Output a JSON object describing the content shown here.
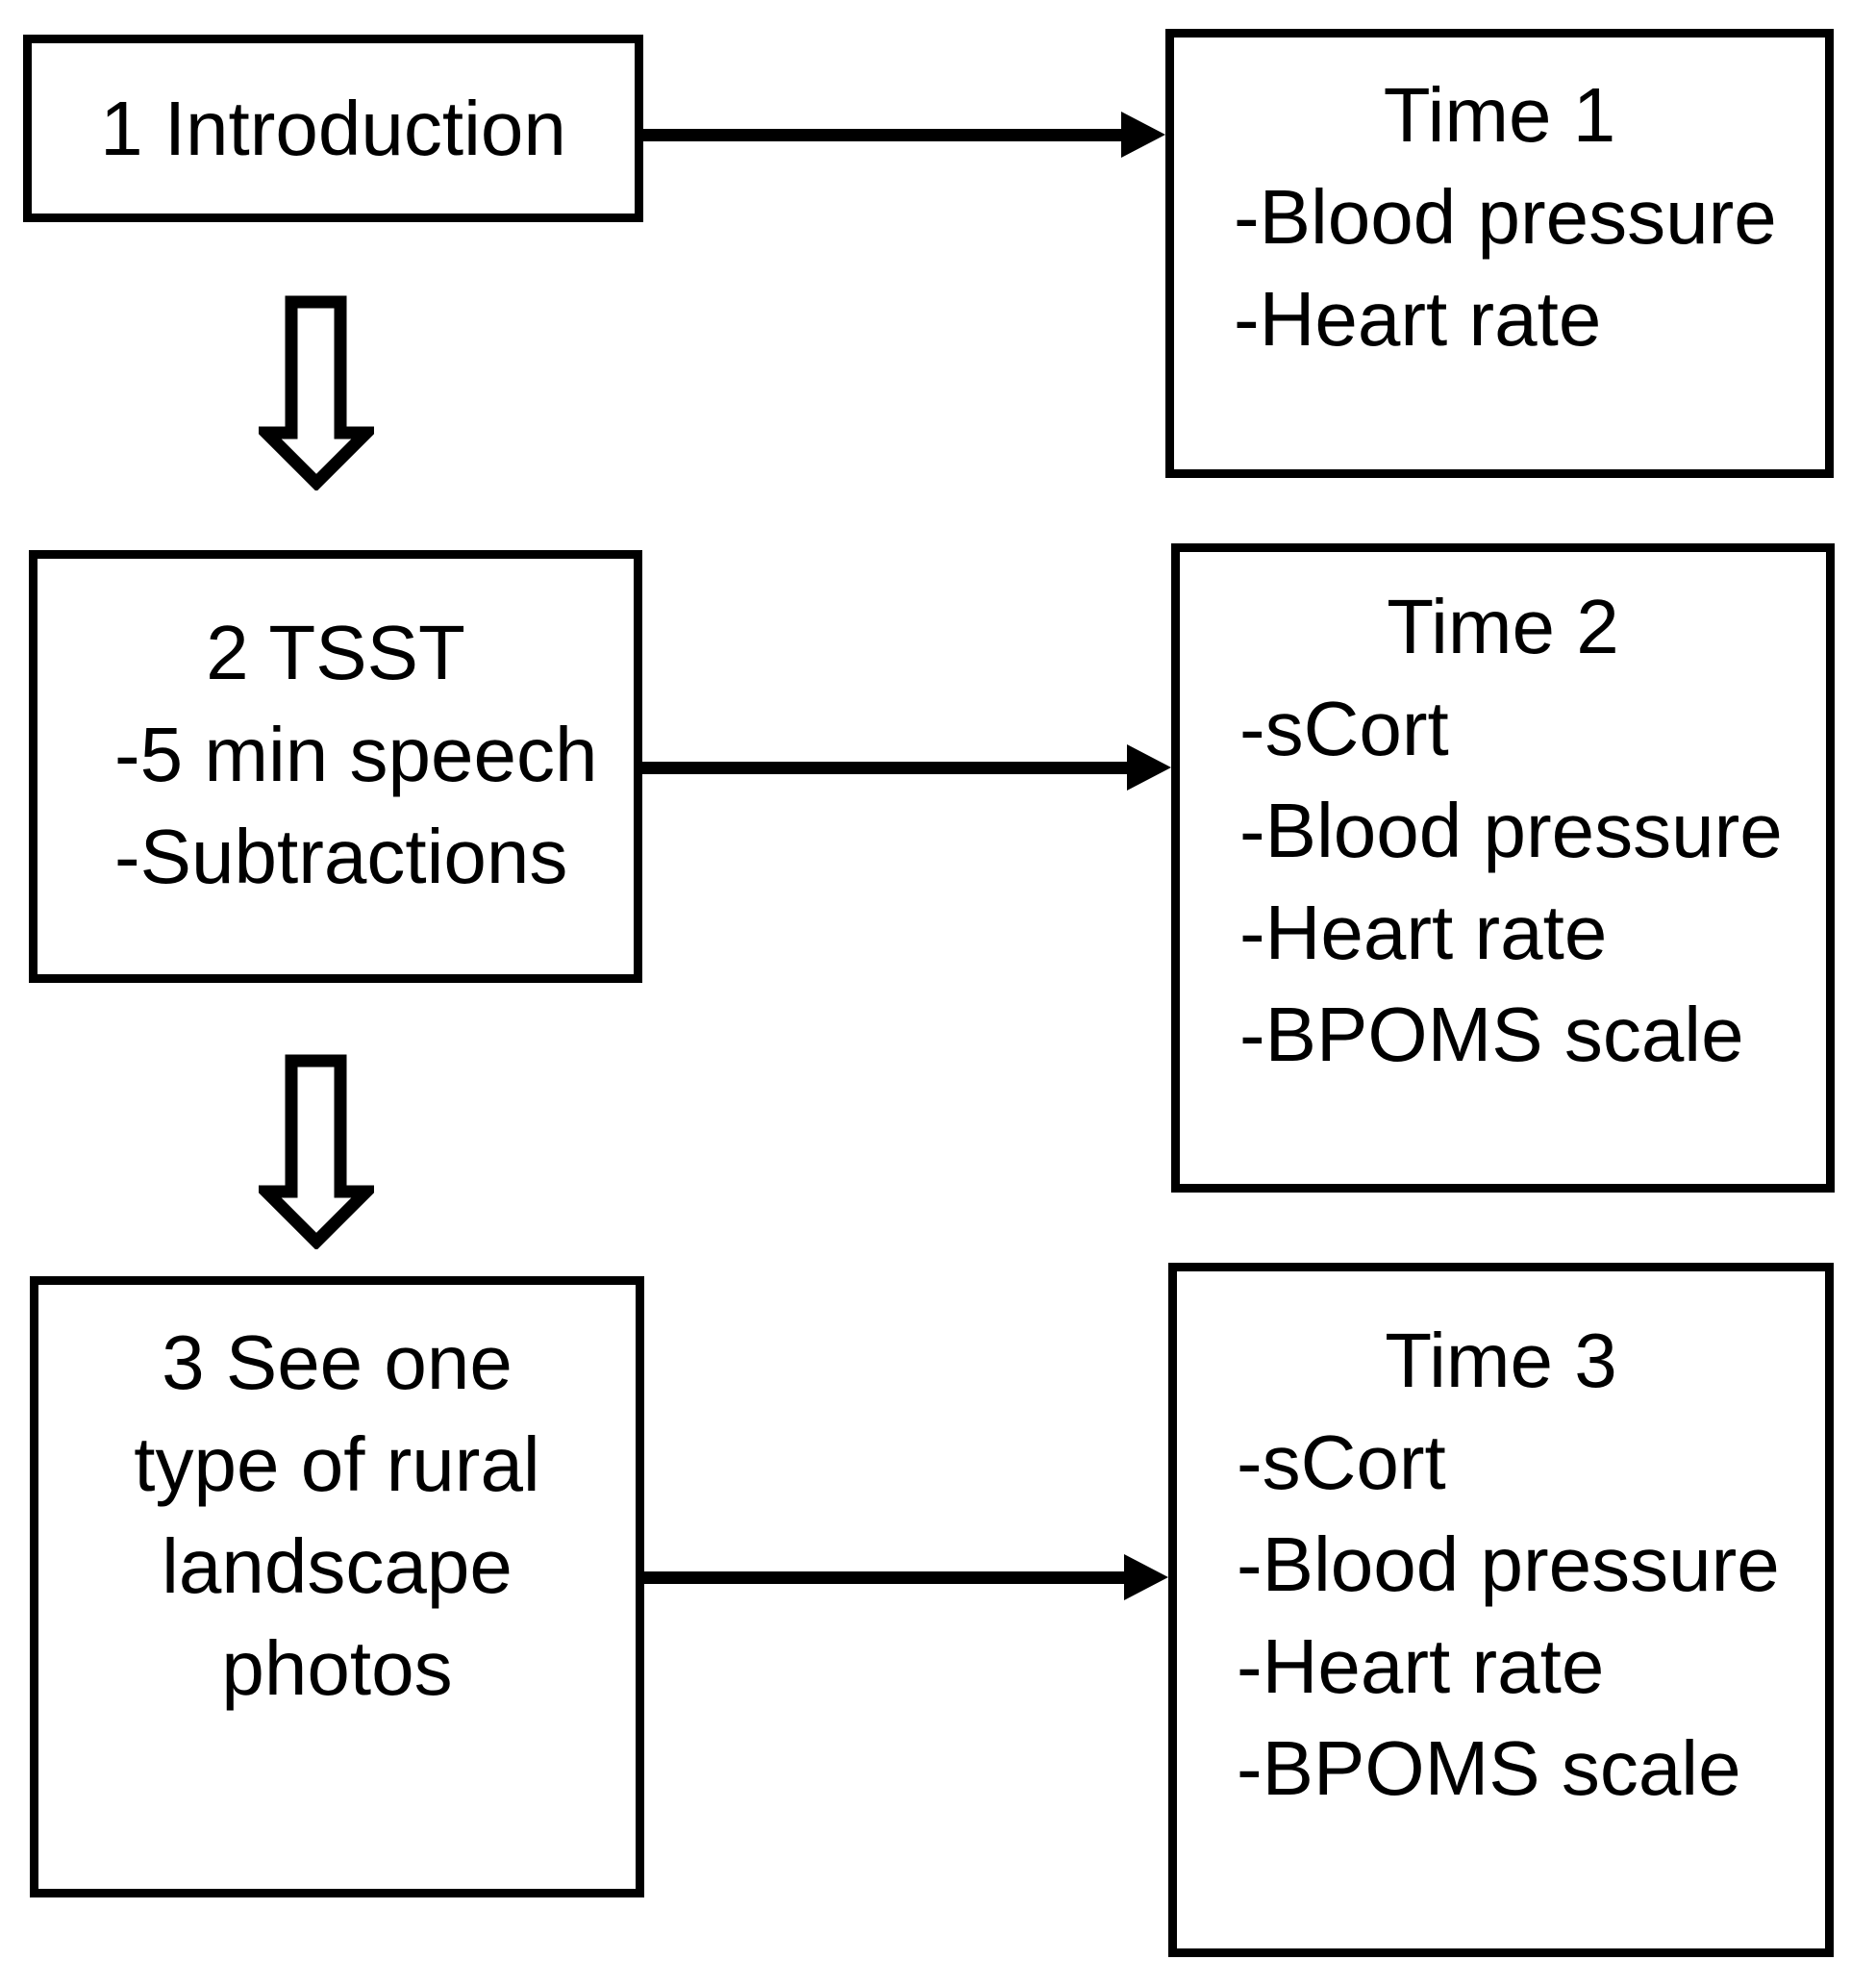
{
  "flow": {
    "colors": {
      "stroke": "#000000",
      "background": "#ffffff"
    },
    "steps": [
      {
        "label": "1 Introduction"
      },
      {
        "title": "2 TSST",
        "details": [
          "-5 min speech",
          "-Subtractions"
        ]
      },
      {
        "lines": [
          "3 See one",
          "type of rural",
          "landscape",
          "photos"
        ]
      }
    ],
    "measurements": [
      {
        "title": "Time 1",
        "items": [
          "-Blood pressure",
          "-Heart rate"
        ]
      },
      {
        "title": "Time 2",
        "items": [
          "-sCort",
          "-Blood pressure",
          "-Heart rate",
          "-BPOMS scale"
        ]
      },
      {
        "title": "Time 3",
        "items": [
          "-sCort",
          "-Blood pressure",
          "-Heart rate",
          "-BPOMS scale"
        ]
      }
    ]
  }
}
